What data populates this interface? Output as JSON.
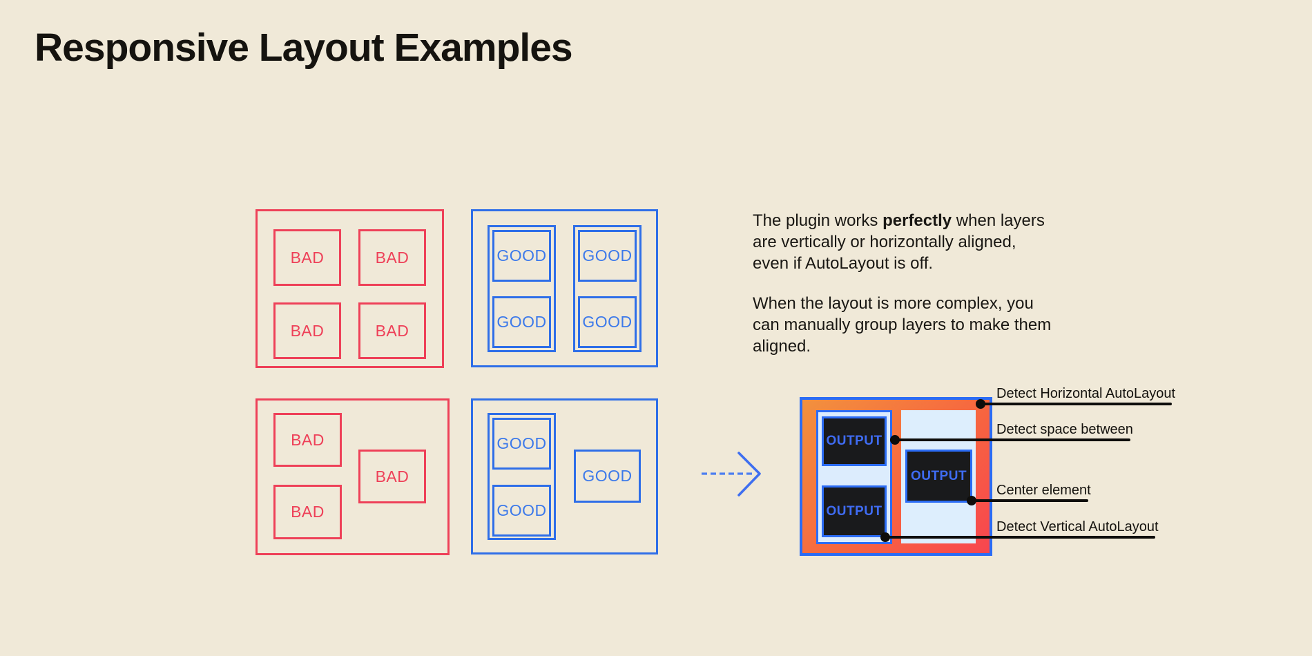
{
  "title": "Responsive Layout Examples",
  "colors": {
    "background": "#f0e9d8",
    "red": "#ee4058",
    "blue": "#2e6ee8",
    "result_border_blue": "#2b6cf5",
    "gradient_orange": "#f2913e",
    "gradient_red": "#f8454f",
    "light_blue_panel": "#dcecfd",
    "output_dark": "#191a1c",
    "output_text_blue": "#3f6cf4",
    "annotation_black": "#0e0d0b"
  },
  "examples": {
    "bad_grid": {
      "items": [
        "BAD",
        "BAD",
        "BAD",
        "BAD"
      ]
    },
    "good_grid": {
      "items": [
        "GOOD",
        "GOOD",
        "GOOD",
        "GOOD"
      ]
    },
    "bad_free": {
      "items": [
        "BAD",
        "BAD",
        "BAD"
      ]
    },
    "good_free": {
      "items": [
        "GOOD",
        "GOOD",
        "GOOD"
      ]
    }
  },
  "description": {
    "p1_before": "The plugin works ",
    "p1_bold": "perfectly",
    "p1_after": " when layers are vertically or horizontally aligned, even if AutoLayout is off.",
    "p2": "When the layout is more complex, you can manually group layers to make them aligned."
  },
  "result": {
    "outputs": [
      "OUTPUT",
      "OUTPUT",
      "OUTPUT"
    ]
  },
  "annotations": [
    {
      "label": "Detect Horizontal AutoLayout"
    },
    {
      "label": "Detect space between"
    },
    {
      "label": "Center element"
    },
    {
      "label": "Detect Vertical AutoLayout"
    }
  ]
}
